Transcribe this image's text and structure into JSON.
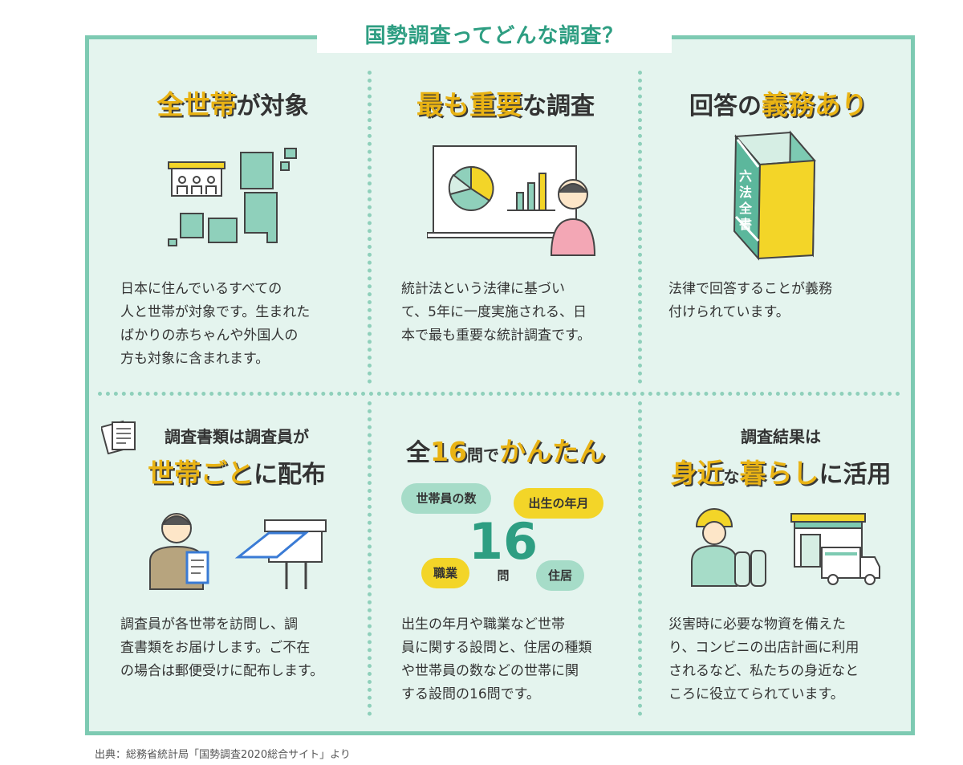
{
  "title": "国勢調査ってどんな調査？",
  "colors": {
    "accent": "#7dcab2",
    "yellow": "#f3d528",
    "background": "#e4f4ee"
  },
  "cards": [
    {
      "head_a": "全世帯",
      "head_b": "が対象",
      "text": "日本に住んでいるすべての\n人と世帯が対象です。生まれた\nばかりの赤ちゃんや外国人の\n方も対象に含まれます。",
      "icon": "japan-map-house-icon"
    },
    {
      "head_a": "最も重要",
      "head_b": "な調査",
      "text": "統計法という法律に基づい\nて、5年に一度実施される、日\n本で最も重要な統計調査です。",
      "icon": "presentation-board-icon"
    },
    {
      "head_a": "回答の",
      "head_b": "義務あり",
      "text": "法律で回答することが義務\n付けられています。",
      "icon": "law-book-icon",
      "book_label": "六法全書"
    },
    {
      "head_a": "調査書類は調査員が",
      "head_b": "世帯ごと",
      "head_c": "に配布",
      "text": "調査員が各世帯を訪問し、調\n査書類をお届けします。ご不在\nの場合は郵便受けに配布します。",
      "icon": "surveyor-mailbox-icon"
    },
    {
      "head_a": "全",
      "head_b": "16",
      "head_c": "問で",
      "head_d": "かんたん",
      "text": "出生の年月や職業など世帯\n員に関する設問と、住居の種類\nや世帯員の数などの世帯に関\nする設問の16問です。",
      "icon": "question-bubbles-icon"
    },
    {
      "head_a": "調査結果は",
      "head_b": "身近",
      "head_c": "な",
      "head_d": "暮らし",
      "head_e": "に活用",
      "text": "災害時に必要な物資を備えた\nり、コンビニの出店計画に利用\nされるなど、私たちの身近なと\nころに役立てられています。",
      "icon": "store-truck-icon"
    }
  ],
  "bubbles": {
    "b1": "世帯員の数",
    "b2": "出生の年月",
    "b3": "職業",
    "b4": "住居",
    "center_num": "16",
    "center_unit": "問"
  },
  "source": "出典：総務省統計局「国勢調査2020総合サイト」より"
}
